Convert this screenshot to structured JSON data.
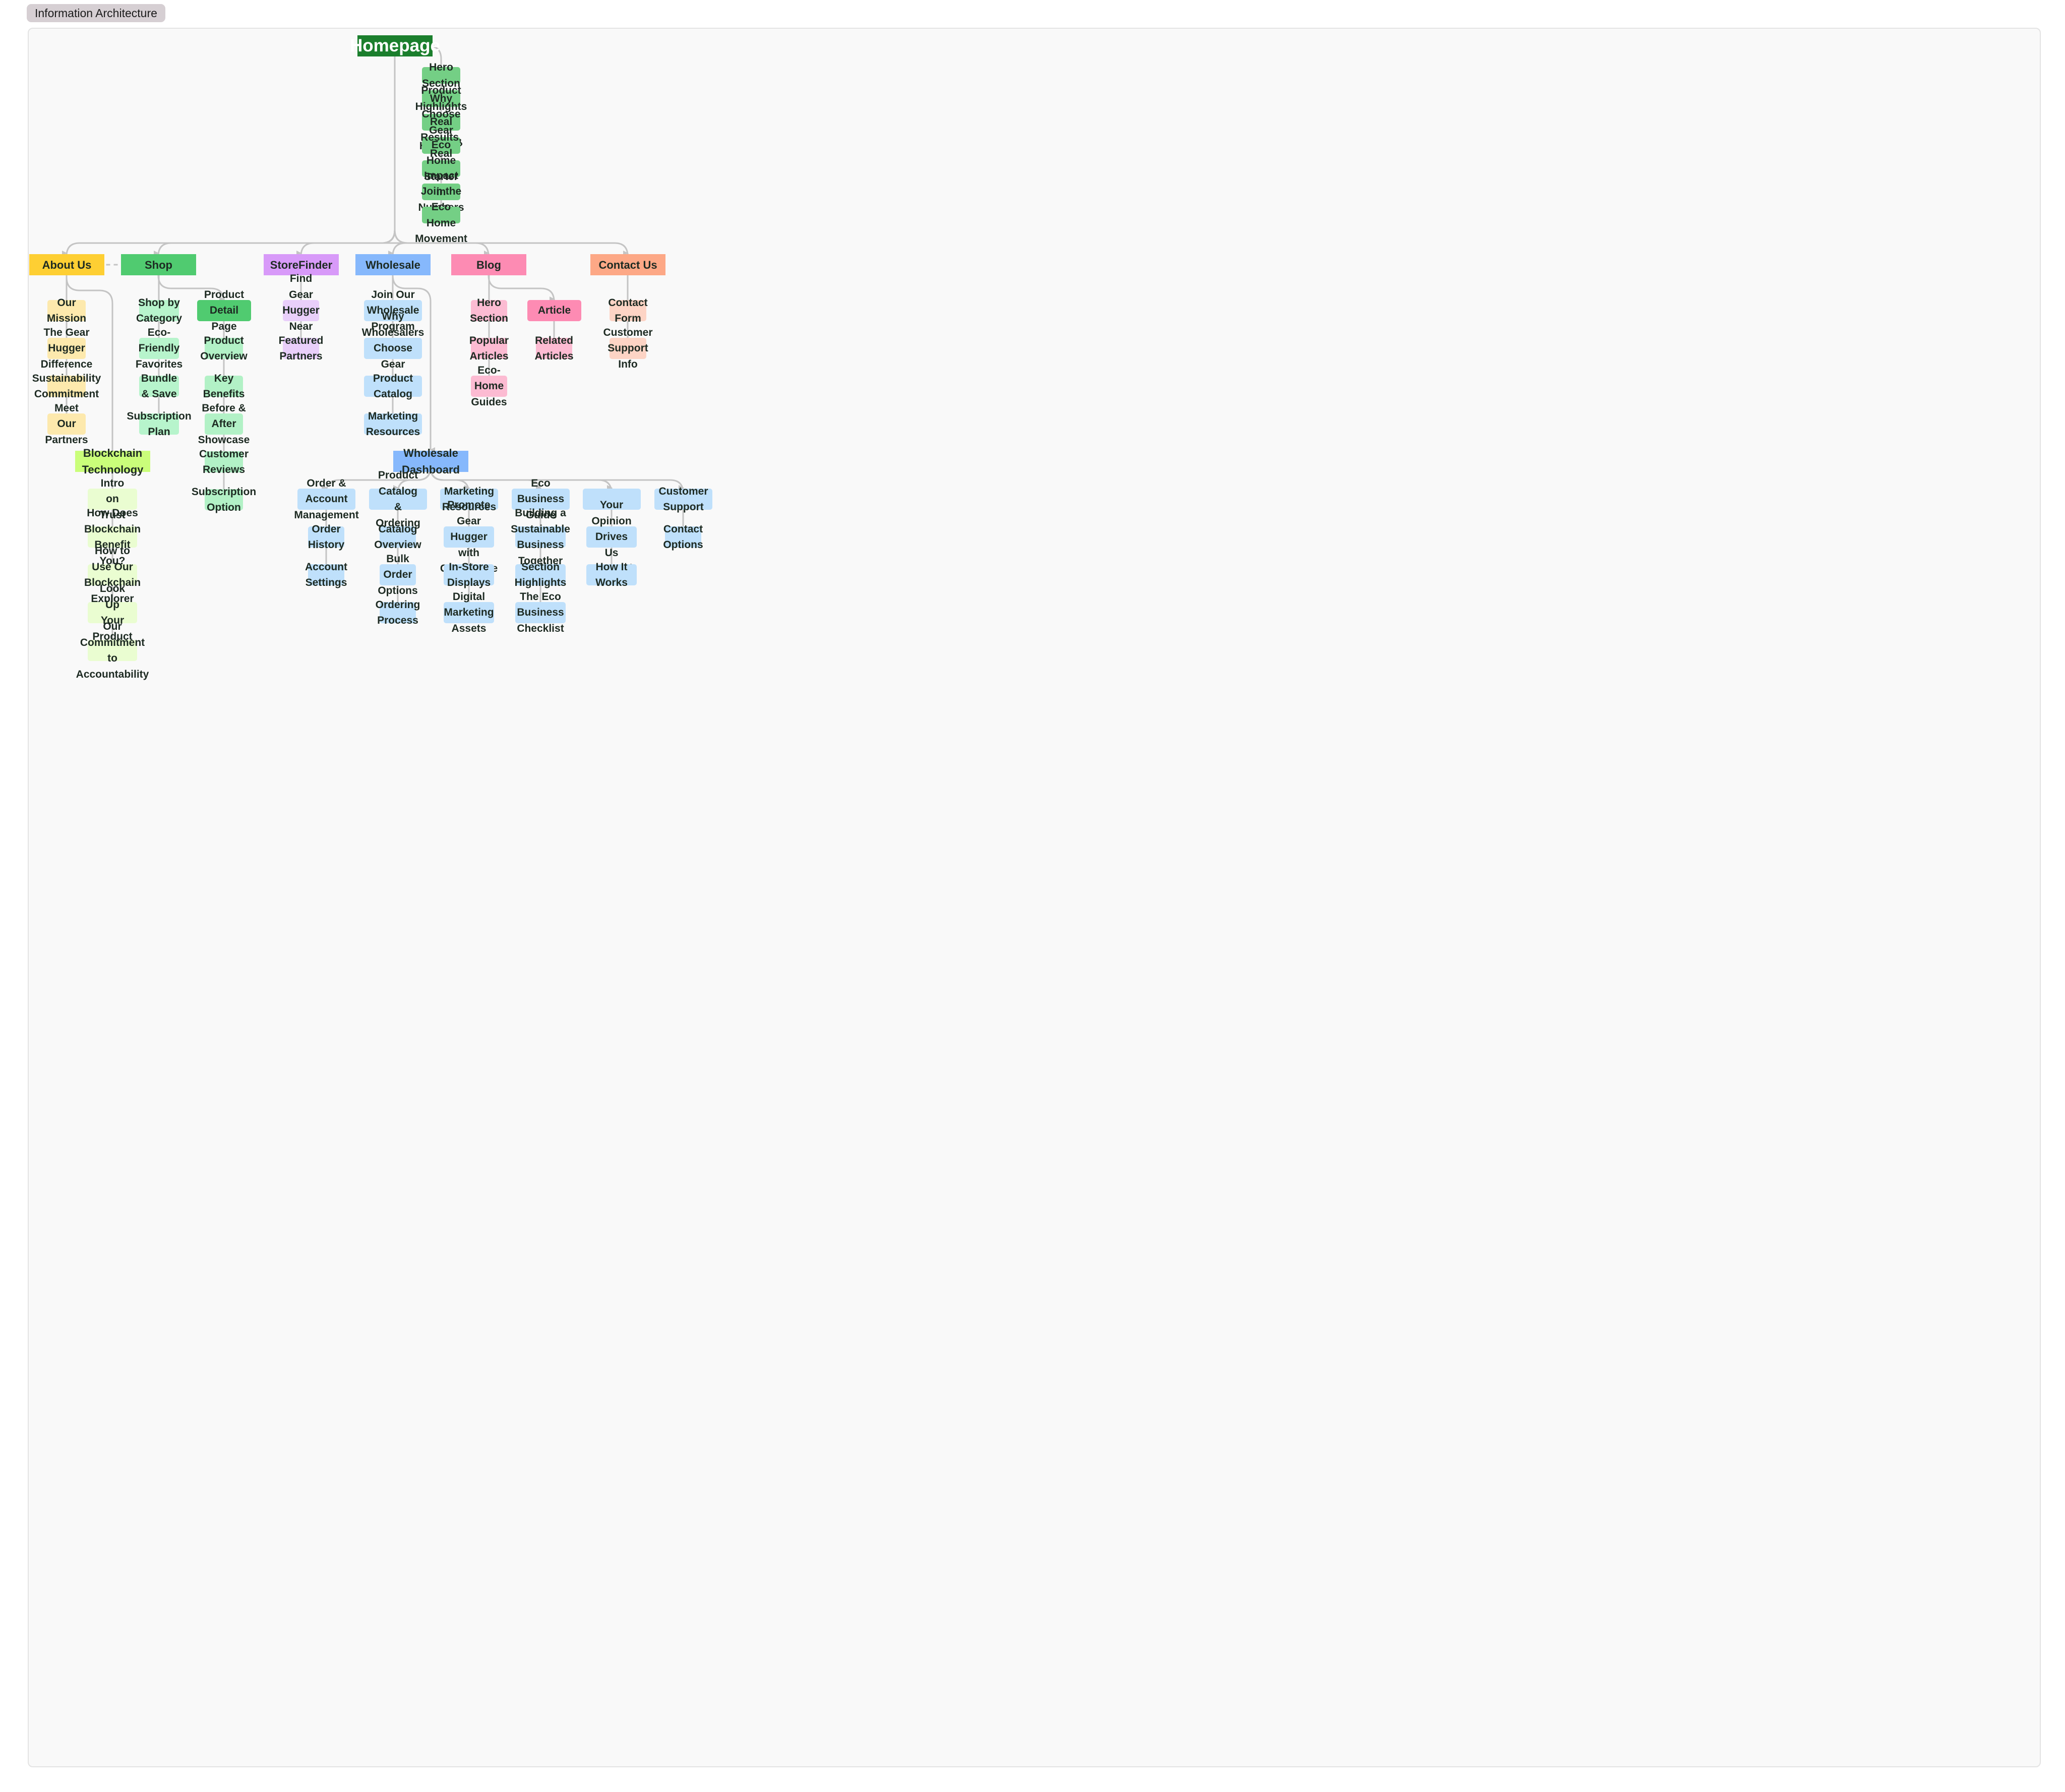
{
  "frame_label": "Information Architecture",
  "colors": {
    "homepage": "#1b7f2d",
    "homepage_section": "#74cf85",
    "about": "#fecf33",
    "about_child": "#fde9ad",
    "shop": "#50cb70",
    "shop_child": "#b7f4cc",
    "product_detail": "#50cb70",
    "product_detail_child": "#b2f1c6",
    "storefinder": "#d89af9",
    "storefinder_child": "#e9cffa",
    "wholesale": "#86b8fc",
    "wholesale_child": "#bfe0fb",
    "blog": "#fd8bb3",
    "blog_child": "#fcbbd2",
    "article": "#fd8bb3",
    "contact": "#fda886",
    "contact_child": "#fdd4c5",
    "blockchain": "#cafe7a",
    "blockchain_child": "#eafdd1",
    "wholesale_dashboard": "#86b8fc",
    "dashboard_child": "#bfe0fb",
    "connector": "#c4c4c4"
  },
  "homepage": {
    "label": "Homepage",
    "sections": [
      "Hero Section",
      "Product\nHighlights",
      "Why Choose\nGear Hugger?",
      "Real Results,\nReal People",
      "Eco Home\nStarter Kit",
      "Impact in\nNumbers",
      "Join the Eco\nHome Movement"
    ]
  },
  "about": {
    "label": "About Us",
    "children": [
      "Our Mission",
      "The Gear Hugger\nDifference",
      "Sustainability\nCommitment",
      "Meet Our\nPartners"
    ]
  },
  "blockchain": {
    "label": "Blockchain Technology",
    "children": [
      "Intro on Trust",
      "How Does Blockchain\nBenefit You?",
      "How to Use Our\nBlockchain Explorer",
      "Look Up Your Product",
      "Our Commitment to\nAccountability"
    ]
  },
  "shop": {
    "label": "Shop",
    "children": [
      "Shop by Category",
      "Eco-Friendly\nFavorites",
      "Bundle & Save",
      "Subscription Plan"
    ]
  },
  "product_detail": {
    "label": "Product Detail Page",
    "children": [
      "Product\nOverview",
      "Key Benefits",
      "Before & After\nShowcase",
      "Customer\nReviews",
      "Subscription\nOption"
    ]
  },
  "storefinder": {
    "label": "StoreFinder",
    "children": [
      "Find Gear\nHugger Near Y…",
      "Featured\nPartners"
    ]
  },
  "wholesale": {
    "label": "Wholesale",
    "children": [
      "Join Our Wholesale\nProgram",
      "Why Wholesalers Choose\nGear Hugger",
      "Product Catalog",
      "Marketing Resources"
    ]
  },
  "wholesale_dashboard": {
    "label": "Wholesale Dashboard",
    "groups": [
      {
        "label": "Order & Account\nManagement",
        "children": [
          "Order History",
          "Account\nSettings"
        ]
      },
      {
        "label": "Product Catalog &\nOrdering",
        "children": [
          "Catalog\nOverview",
          "Bulk Order\nOptions",
          "Ordering\nProcess"
        ]
      },
      {
        "label": "Marketing Resources",
        "children": [
          "Promote Gear Hugger\nwith Confidence",
          "In-Store Displays",
          "Digital Marketing\nAssets"
        ]
      },
      {
        "label": "Eco Business Guide",
        "children": [
          "Building a Sustainable\nBusiness Together",
          "Section Highlights",
          "The Eco Business\nChecklist"
        ]
      },
      {
        "label": "",
        "children": [
          "Your Opinion Drives Us\nForward",
          "How It Works"
        ]
      },
      {
        "label": "Customer Support",
        "children": [
          "Contact\nOptions"
        ]
      }
    ]
  },
  "blog": {
    "label": "Blog",
    "children": [
      "Hero Section",
      "Popular Articles",
      "Eco-Home\nGuides"
    ]
  },
  "article": {
    "label": "Article",
    "children": [
      "Related Articles"
    ]
  },
  "contact": {
    "label": "Contact Us",
    "children": [
      "Contact Form",
      "Customer\nSupport Info"
    ]
  }
}
